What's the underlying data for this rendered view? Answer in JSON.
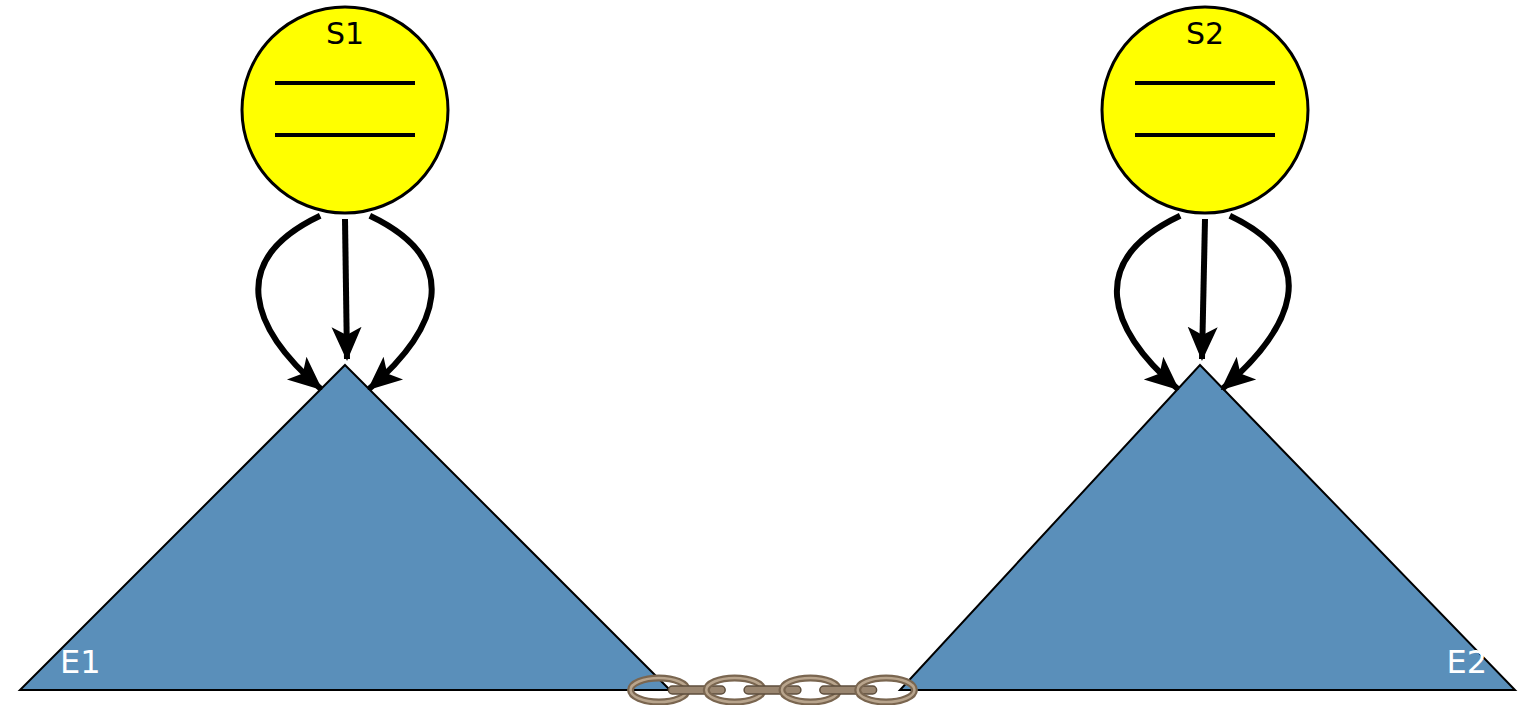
{
  "diagram": {
    "nodes": [
      {
        "text": [
          "S1"
        ]
      },
      {
        "text": [
          "S2"
        ]
      },
      {
        "text": [
          "E1"
        ]
      },
      {
        "text": [
          "E2"
        ]
      }
    ],
    "edges": [
      {
        "from": 0,
        "to": 2,
        "arrow": "to"
      },
      {
        "from": 0,
        "to": 2,
        "arrow": "to"
      },
      {
        "from": 0,
        "to": 2,
        "arrow": "to"
      },
      {
        "from": 1,
        "to": 3,
        "arrow": "to"
      },
      {
        "from": 1,
        "to": 3,
        "arrow": "to"
      },
      {
        "from": 1,
        "to": 3,
        "arrow": "to"
      },
      {
        "from": 2,
        "to": 3,
        "arrow": "none"
      }
    ]
  }
}
